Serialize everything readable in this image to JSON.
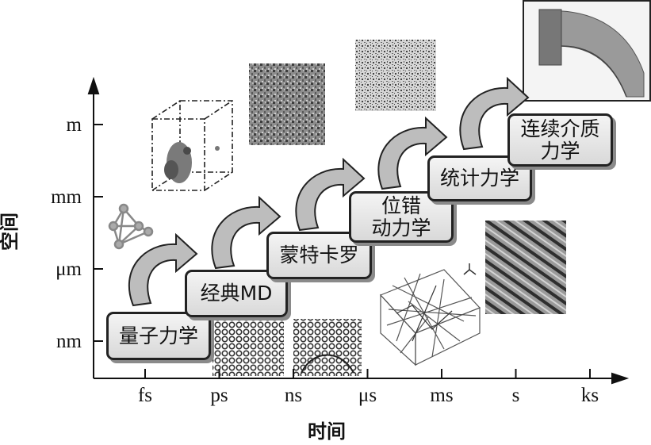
{
  "y_axis": {
    "title": "空间",
    "ticks": [
      "m",
      "mm",
      "μm",
      "nm"
    ]
  },
  "x_axis": {
    "title": "时间",
    "ticks": [
      "fs",
      "ps",
      "ns",
      "μs",
      "ms",
      "s",
      "ks"
    ]
  },
  "stages": [
    {
      "lines": [
        "量子力学"
      ]
    },
    {
      "lines": [
        "经典MD"
      ]
    },
    {
      "lines": [
        "蒙特卡罗"
      ]
    },
    {
      "lines": [
        "位错",
        "动力学"
      ]
    },
    {
      "lines": [
        "统计力学"
      ]
    },
    {
      "lines": [
        "连续介质",
        "力学"
      ]
    }
  ]
}
